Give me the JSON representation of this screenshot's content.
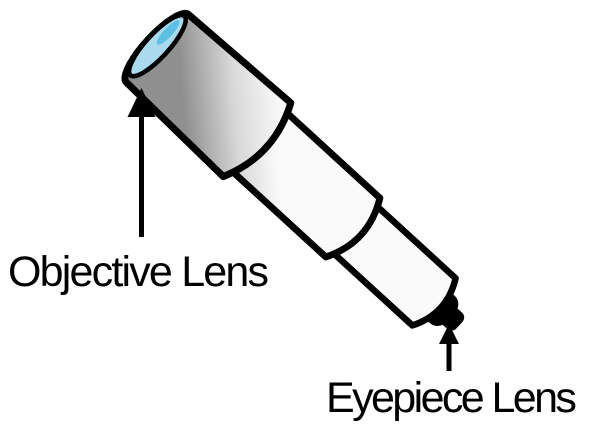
{
  "diagram": {
    "type": "labeled-illustration",
    "subject": "collapsible telescope",
    "labels": {
      "objective": "Objective Lens",
      "eyepiece": "Eyepiece Lens"
    },
    "icons": {
      "objective_pointer": "arrow-up-icon",
      "eyepiece_pointer": "arrow-up-icon"
    },
    "colors": {
      "background": "#ffffff",
      "outline": "#000000",
      "text": "#000000",
      "arrow": "#000000",
      "lens_fill": "#aadaee",
      "lens_highlight": "#5cc0e4",
      "barrel_light": "#fbfbfb",
      "barrel_mid": "#d9d9d9",
      "barrel_dark": "#8f8f8f",
      "eyepiece_fill": "#000000"
    }
  }
}
